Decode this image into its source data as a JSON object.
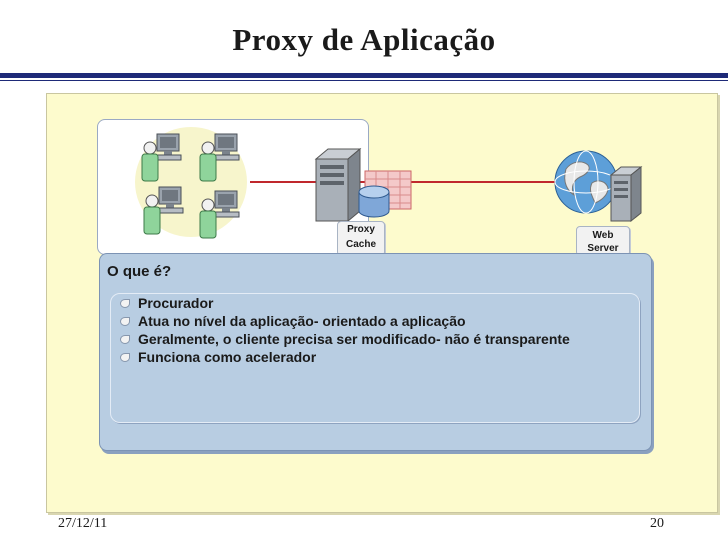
{
  "slide": {
    "title": "Proxy de Aplicação",
    "date": "27/12/11",
    "page_number": "20"
  },
  "diagram": {
    "proxy_label": [
      "Proxy",
      "Cache"
    ],
    "web_label": [
      "Web",
      "Server"
    ],
    "link_color": "#c0282d",
    "icons": [
      "client-workstation-icon",
      "proxy-server-icon",
      "cache-database-icon",
      "globe-icon",
      "web-server-icon"
    ]
  },
  "info": {
    "heading": "O que é?",
    "items": [
      "Procurador",
      "Atua no nível da aplicação- orientado a aplicação",
      "Geralmente, o cliente precisa ser modificado- não é transparente",
      "Funciona como acelerador"
    ]
  },
  "colors": {
    "title_rule": "#1e2a78",
    "stage_background": "#fdfbcd",
    "info_panel": "#b8cde2"
  }
}
